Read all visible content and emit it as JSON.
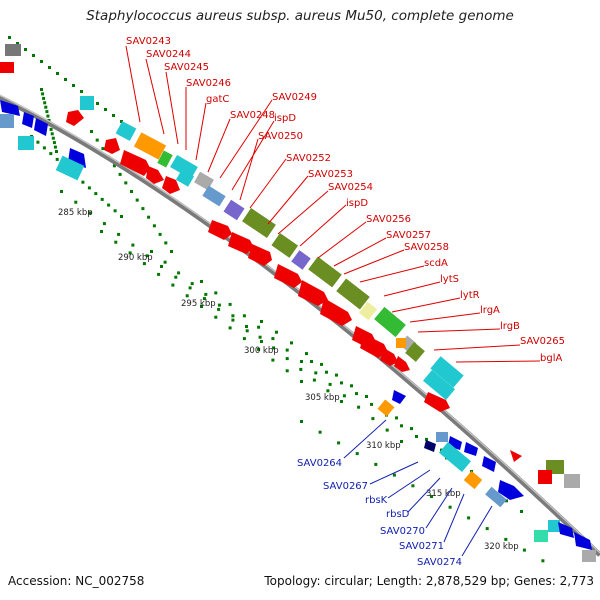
{
  "title": "Staphylococcus aureus subsp. aureus Mu50, complete genome",
  "footer": {
    "accession": "Accession: NC_002758",
    "summary": "Topology: circular; Length: 2,878,529 bp; Genes: 2,773"
  },
  "colors": {
    "backbone": "#888888",
    "forward_arrow": "#ee0000",
    "reverse_arrow": "#0000dd",
    "tick_dots": "#007700",
    "label_red": "#d00000",
    "label_blue": "#1020b0"
  },
  "ticks": [
    "285 kbp",
    "290 kbp",
    "295 kbp",
    "300 kbp",
    "305 kbp",
    "310 kbp",
    "315 kbp",
    "320 kbp"
  ],
  "labels_forward": [
    "SAV0243",
    "SAV0244",
    "SAV0245",
    "SAV0246",
    "gatC",
    "SAV0248",
    "SAV0249",
    "ispD",
    "SAV0250",
    "SAV0252",
    "SAV0253",
    "SAV0254",
    "ispD",
    "SAV0256",
    "SAV0257",
    "SAV0258",
    "scdA",
    "lytS",
    "lytR",
    "lrgA",
    "lrgB",
    "SAV0265",
    "bglA"
  ],
  "labels_reverse": [
    "SAV0264",
    "SAV0267",
    "rbsK",
    "rbsD",
    "SAV0270",
    "SAV0271",
    "SAV0274"
  ]
}
